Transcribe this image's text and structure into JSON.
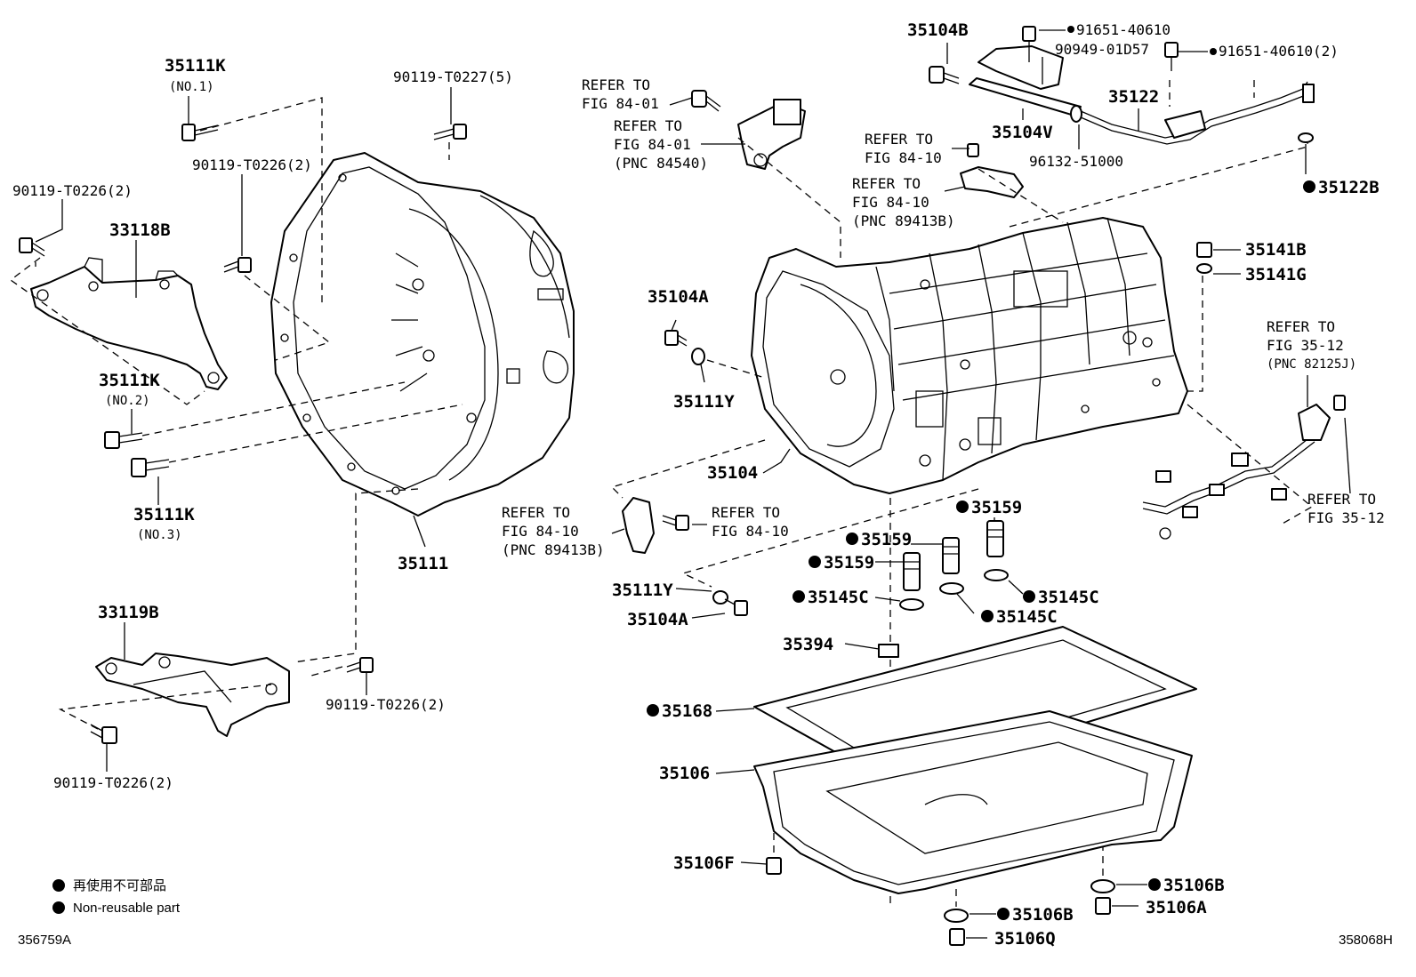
{
  "labels": {
    "p35111K_1": "35111K",
    "p35111K_1_sub": "(NO.1)",
    "p90119_T0227": "90119-T0227(5)",
    "p90119_T0226_top": "90119-T0226(2)",
    "p90119_T0226_left": "90119-T0226(2)",
    "p33118B": "33118B",
    "p35111K_2": "35111K",
    "p35111K_2_sub": "(NO.2)",
    "p35111K_3": "35111K",
    "p35111K_3_sub": "(NO.3)",
    "p35111": "35111",
    "p33119B": "33119B",
    "p90119_T0226_mid": "90119-T0226(2)",
    "p90119_T0226_bot": "90119-T0226(2)",
    "p35104B": "35104B",
    "p91651_40610": "91651-40610",
    "p90949_01D57": "90949-01D57",
    "p91651_40610_2": "91651-40610(2)",
    "p35122": "35122",
    "p35104V": "35104V",
    "p96132_51000": "96132-51000",
    "p35122B": "35122B",
    "p35104A_top": "35104A",
    "p35111Y_top": "35111Y",
    "p35104": "35104",
    "p35141B": "35141B",
    "p35141G": "35141G",
    "p35159_a": "35159",
    "p35159_b": "35159",
    "p35159_c": "35159",
    "p35145C_a": "35145C",
    "p35145C_b": "35145C",
    "p35145C_c": "35145C",
    "p35111Y_bot": "35111Y",
    "p35104A_bot": "35104A",
    "p35394": "35394",
    "p35168": "35168",
    "p35106": "35106",
    "p35106F": "35106F",
    "p35106B_a": "35106B",
    "p35106B_b": "35106B",
    "p35106A": "35106A",
    "p35106Q": "35106Q"
  },
  "refs": {
    "r1_l1": "REFER TO",
    "r1_l2": "FIG 84-01",
    "r2_l1": "REFER TO",
    "r2_l2": "FIG 84-01",
    "r2_l3": "(PNC 84540)",
    "r3_l1": "REFER TO",
    "r3_l2": "FIG 84-10",
    "r4_l1": "REFER TO",
    "r4_l2": "FIG 84-10",
    "r4_l3": "(PNC 89413B)",
    "r5_l1": "REFER TO",
    "r5_l2": "FIG 84-10",
    "r5_l3": "(PNC 89413B)",
    "r6_l1": "REFER TO",
    "r6_l2": "FIG 84-10",
    "r7_l1": "REFER TO",
    "r7_l2": "FIG 35-12",
    "r7_l3": "(PNC 82125J)",
    "r8_l1": "REFER TO",
    "r8_l2": "FIG 35-12"
  },
  "legend": {
    "line1": "再使用不可部品",
    "line2": "Non-reusable part"
  },
  "corner": {
    "left": "356759A",
    "right": "358068H"
  }
}
